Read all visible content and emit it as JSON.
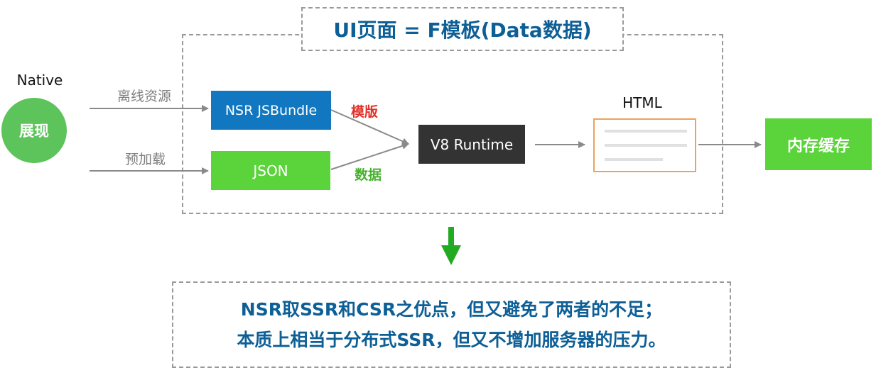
{
  "title": "UI页面 = F模板(Data数据)",
  "native": {
    "label": "Native",
    "circle_text": "展现"
  },
  "edges": {
    "offline_resource": "离线资源",
    "preload": "预加载",
    "template": "模版",
    "data": "数据"
  },
  "nodes": {
    "nsr_jsbundle": "NSR JSBundle",
    "json": "JSON",
    "v8_runtime": "V8 Runtime",
    "html": "HTML",
    "memory_cache": "内存缓存"
  },
  "conclusion": {
    "line1": "NSR取SSR和CSR之优点，但又避免了两者的不足；",
    "line2": "本质上相当于分布式SSR，但又不增加服务器的压力。"
  },
  "colors": {
    "title_blue": "#0d5f96",
    "nsr_blue": "#1177c0",
    "green": "#5bd33b",
    "circle_green": "#5cc45a",
    "dark": "#333333",
    "template_red": "#e1322a",
    "data_green": "#47b02e",
    "doc_orange": "#f0a15d",
    "down_arrow_green": "#22aa22"
  }
}
